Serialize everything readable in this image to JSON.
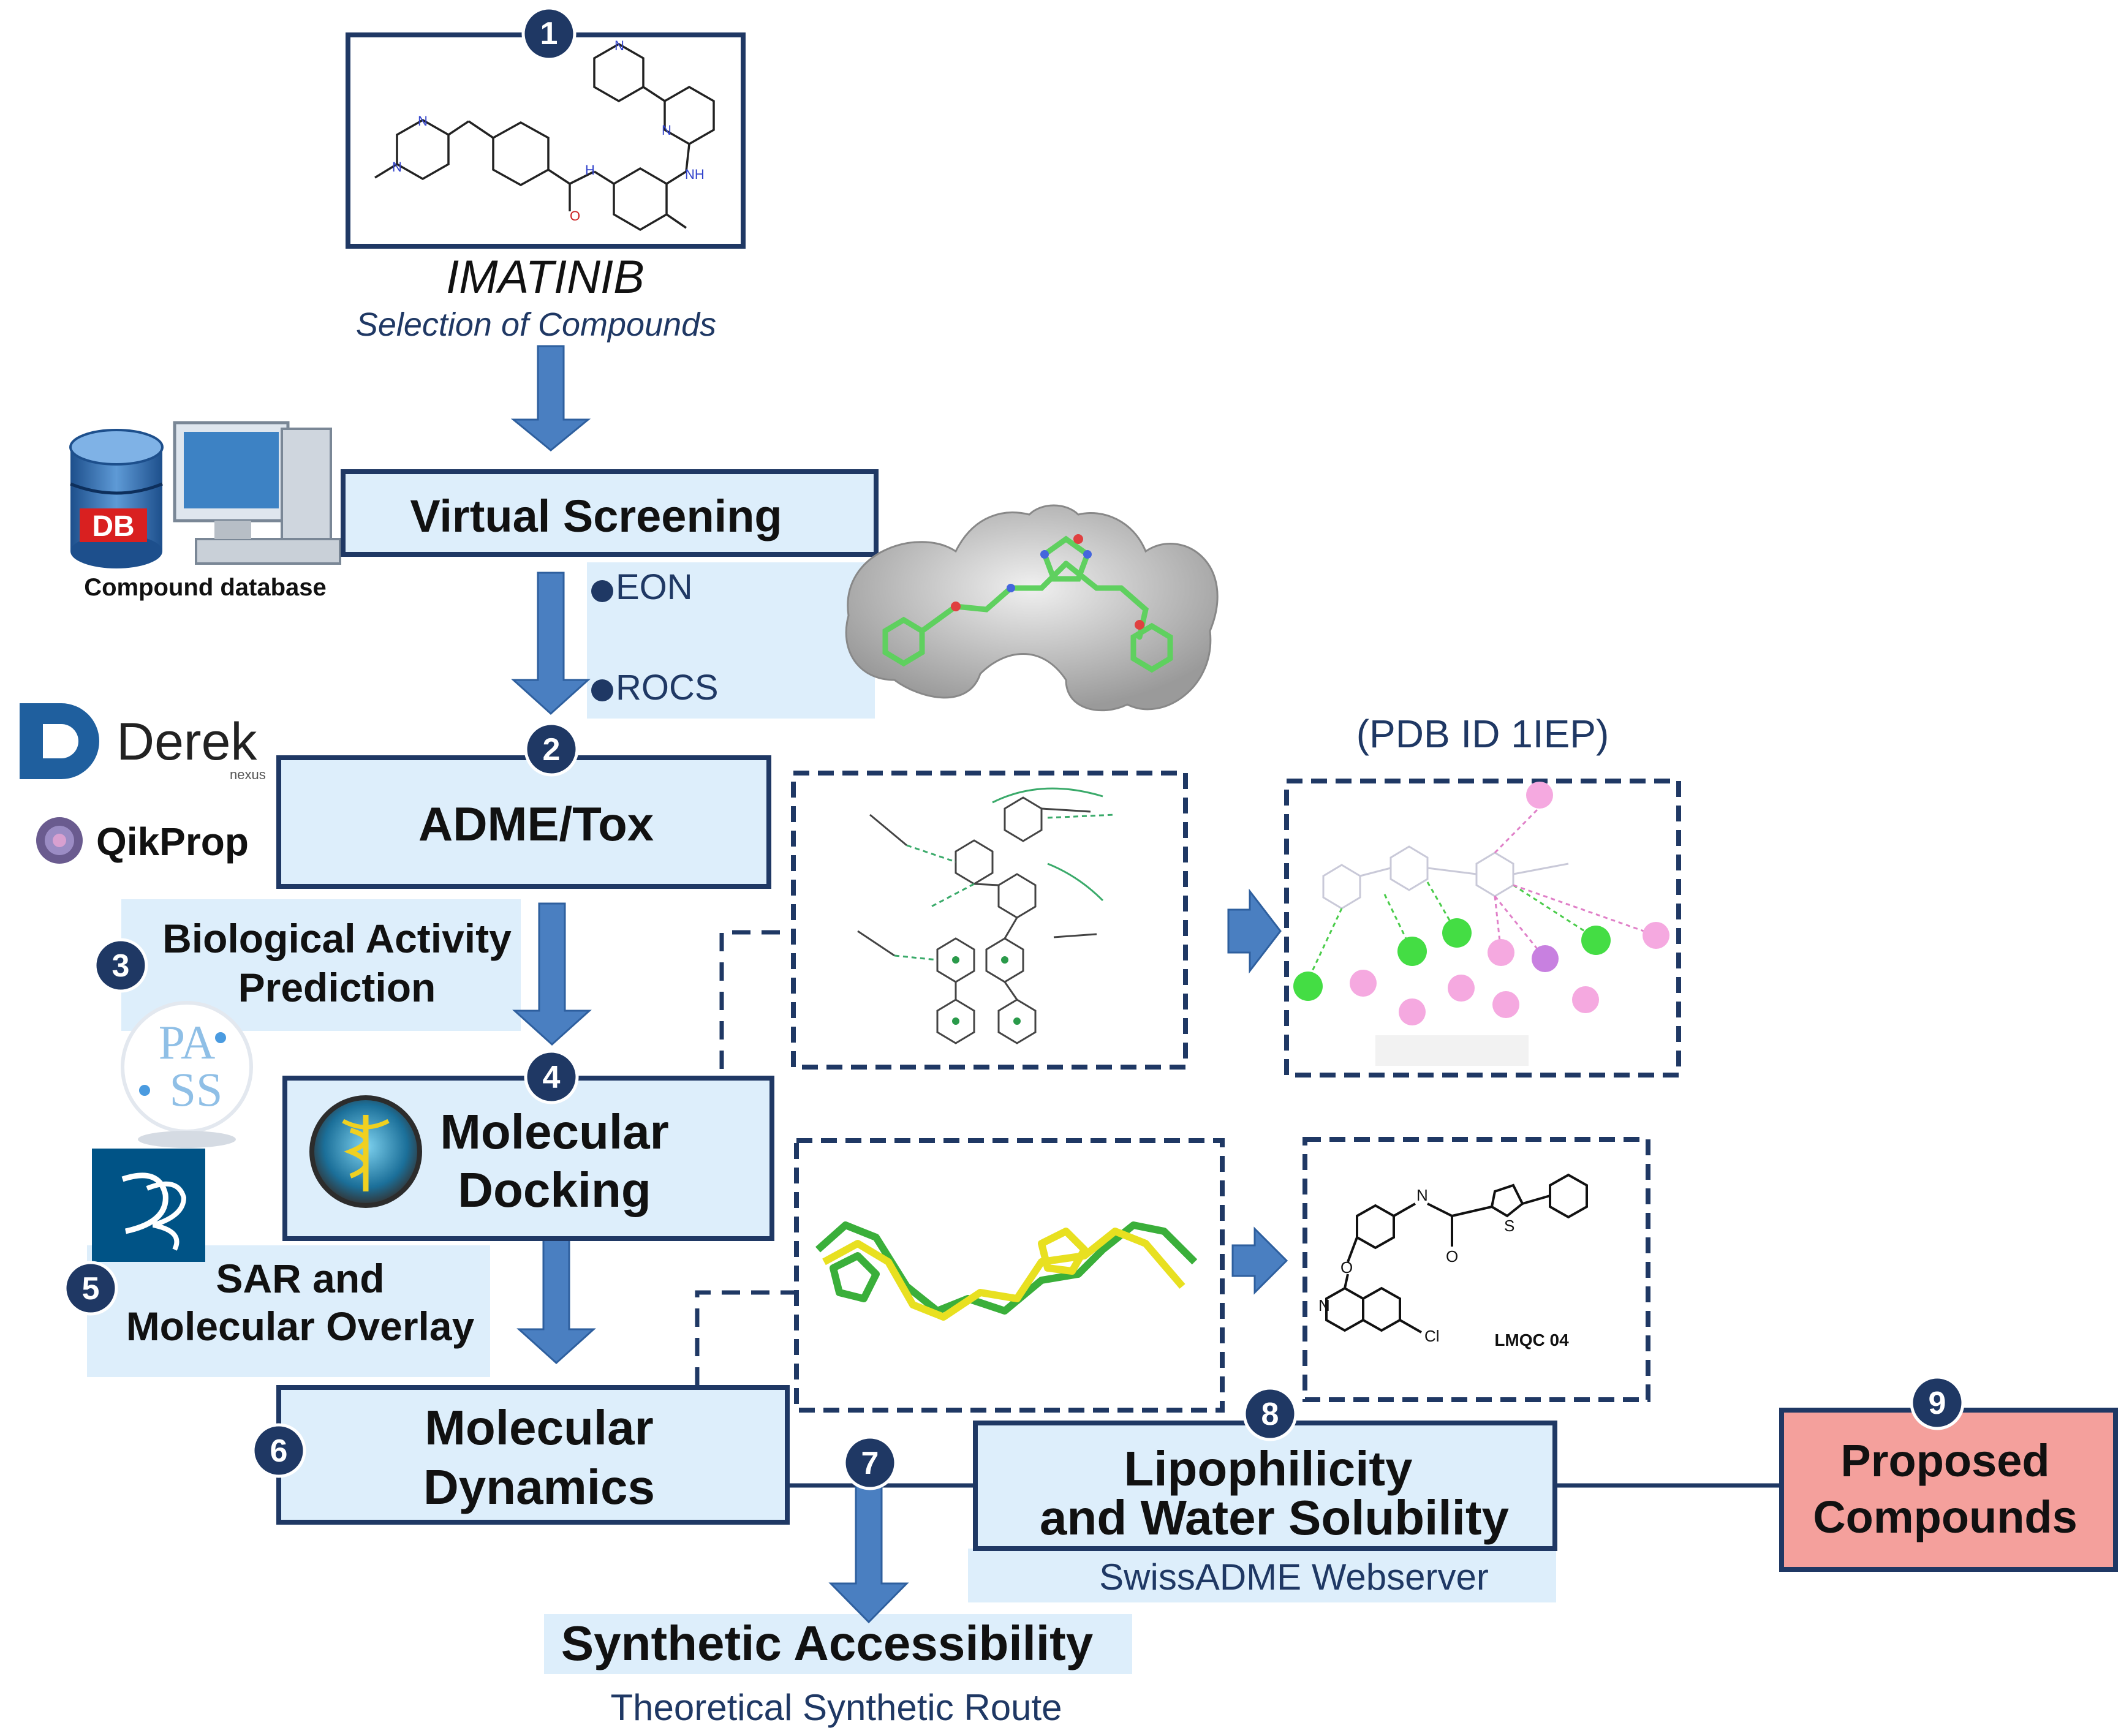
{
  "steps": {
    "s1": {
      "num": "1",
      "name": "IMATINIB",
      "desc": "Selection of Compounds"
    },
    "s2": {
      "num": "2",
      "label": "ADME/Tox"
    },
    "s3": {
      "num": "3",
      "line1": "Biological Activity",
      "line2": "Prediction"
    },
    "s4": {
      "num": "4",
      "line1": "Molecular",
      "line2": "Docking"
    },
    "s5": {
      "num": "5",
      "line1": "SAR and",
      "line2": "Molecular Overlay"
    },
    "s6": {
      "num": "6",
      "line1": "Molecular",
      "line2": "Dynamics"
    },
    "s7": {
      "num": "7",
      "title": "Synthetic Accessibility",
      "subtitle": "Theoretical Synthetic Route"
    },
    "s8": {
      "num": "8",
      "line1": "Lipophilicity",
      "line2": "and Water Solubility",
      "tool": "SwissADME Webserver"
    },
    "s9": {
      "num": "9",
      "line1": "Proposed",
      "line2": "Compounds"
    }
  },
  "virtual_screening": {
    "label": "Virtual Screening",
    "methods": [
      "EON",
      "ROCS"
    ]
  },
  "database": {
    "caption": "Compound database",
    "db_text": "DB"
  },
  "tools": {
    "derek": "Derek",
    "derek_sub": "nexus",
    "qikprop": "QikProp",
    "pass": [
      "PA",
      "SS"
    ]
  },
  "pdb_label": "(PDB ID 1IEP)",
  "compound_label": "LMQC 04",
  "colors": {
    "navy": "#1f3864",
    "light_blue": "#ddeefb",
    "arrow_blue": "#4a7fc1",
    "proposed_fill": "#f4a09c"
  },
  "icons": [
    "database-icon",
    "computer-icon",
    "derek-logo-icon",
    "qikprop-icon",
    "pass-logo-icon",
    "ds-logo-icon",
    "caduceus-icon"
  ]
}
